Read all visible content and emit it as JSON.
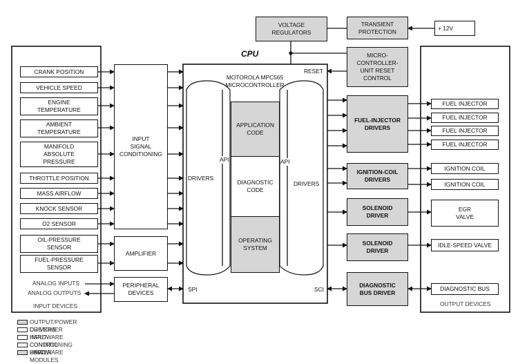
{
  "top": {
    "voltage_regulators": "VOLTAGE\nREGULATORS",
    "transient_protection": "TRANSIENT\nPROTECTION",
    "supply": "+     12V",
    "cpu_label": "CPU",
    "reset_control": "MICRO-\nCONTROLLER-\nUNIT RESET\nCONTROL"
  },
  "inputs": {
    "items": [
      "CRANK POSITION",
      "VEHICLE SPEED",
      "ENGINE\nTEMPERATURE",
      "AMBIENT\nTEMPERATURE",
      "MANIFOLD\nABSOLUTE\nPRESSURE",
      "THROTTLE POSITION",
      "MASS AIRFLOW",
      "KNOCK SENSOR",
      "O2 SENSOR",
      "OIL-PRESSURE\nSENSOR",
      "FUEL-PRESSURE\nSENSOR"
    ],
    "analog_inputs": "ANALOG INPUTS",
    "analog_outputs": "ANALOG OUTPUTS",
    "caption": "INPUT DEVICES"
  },
  "middle": {
    "input_signal_conditioning": "INPUT\nSIGNAL\nCONDITIONING",
    "amplifier": "AMPLIFIER",
    "peripheral_devices": "PERIPHERAL\nDEVICES"
  },
  "mcu": {
    "title": "MOTOROLA MPC565\nMICROCONTROLLER",
    "reset": "RESET",
    "drivers_left": "DRIVERS",
    "drivers_right": "DRIVERS",
    "api_left": "API",
    "api_right": "API",
    "application_code": "APPLICATION\nCODE",
    "diagnostic_code": "DIAGNOSTIC\nCODE",
    "operating_system": "OPERATING\nSYSTEM",
    "spi": "SPI",
    "sci": "SCI"
  },
  "drivers": {
    "fuel_injector_drivers": "FUEL-INJECTOR\nDRIVERS",
    "ignition_coil_drivers": "IGNITION-COIL\nDRIVERS",
    "solenoid_driver_1": "SOLENOID\nDRIVER",
    "solenoid_driver_2": "SOLENOID\nDRIVER",
    "diagnostic_bus_driver": "DIAGNOSTIC\nBUS DRIVER"
  },
  "outputs": {
    "fuel_injectors": [
      "FUEL INJECTOR",
      "FUEL INJECTOR",
      "FUEL INJECTOR",
      "FUEL INJECTOR"
    ],
    "ignition_coils": [
      "IGNITION COIL",
      "IGNITION COIL"
    ],
    "egr_valve": "EGR\nVALVE",
    "idle_speed_valve": "IDLE-SPEED VALVE",
    "diagnostic_bus": "DIAGNOSTIC BUS",
    "caption": "OUTPUT DEVICES"
  },
  "legend": [
    {
      "label": "OUTPUT/POWER DRIVERS",
      "color": "#d6d6d6"
    },
    {
      "label": "CUSTOMER HARDWARE",
      "color": "#ffffff"
    },
    {
      "label": "INPUT-CONDITIONING HARDWARE",
      "color": "#ffffff"
    },
    {
      "label": "CONTROL UNIT",
      "color": "#ffffff"
    },
    {
      "label": "POWER MODULES",
      "color": "#d6d6d6"
    }
  ],
  "colors": {
    "module_fill": "#d6d6d6",
    "line": "#111111"
  }
}
